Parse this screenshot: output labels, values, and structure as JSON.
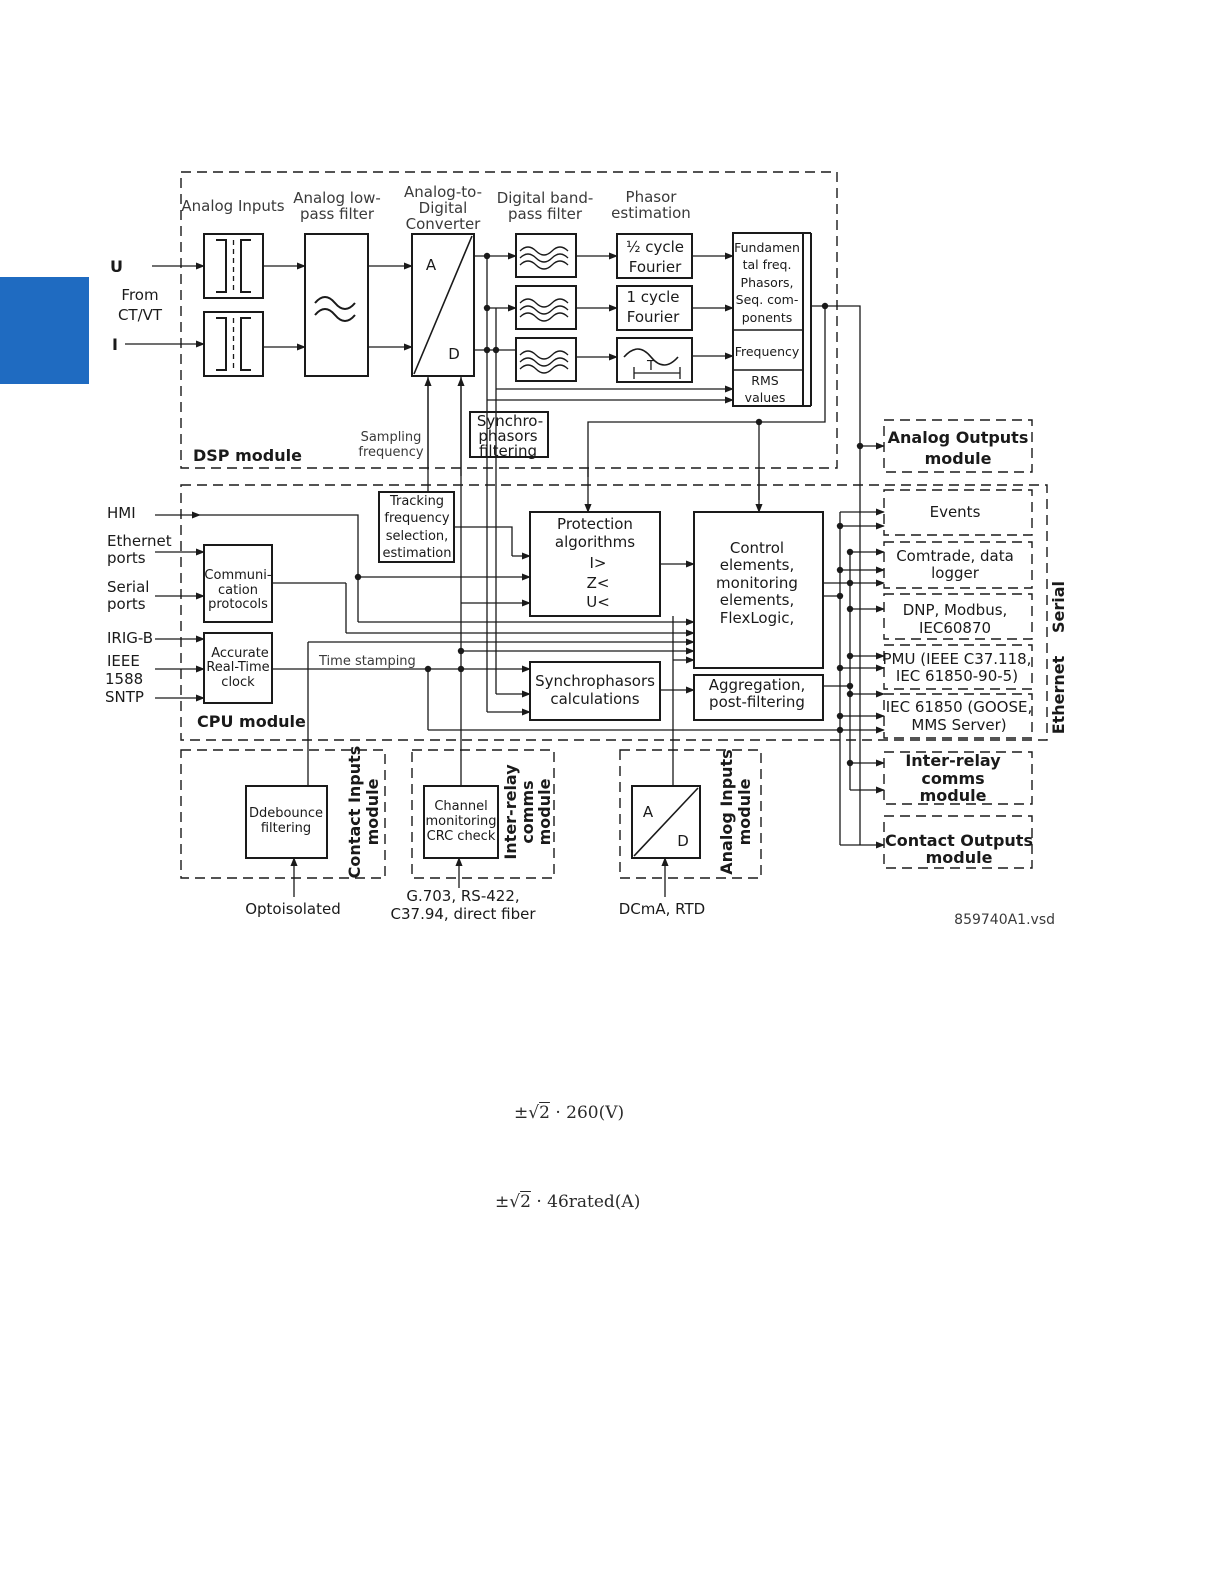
{
  "diagram": {
    "inputs": {
      "u": "U",
      "from": "From",
      "ctvt": "CT/VT",
      "i": "I"
    },
    "dsp": {
      "module_label": "DSP module",
      "analog_inputs": "Analog Inputs",
      "lowpass": [
        "Analog low-",
        "pass filter"
      ],
      "adc": [
        "Analog-to-",
        "Digital",
        "Converter"
      ],
      "bandpass": [
        "Digital band-",
        "pass filter"
      ],
      "phasor_est": [
        "Phasor",
        "estimation"
      ],
      "adc_a": "A",
      "adc_d": "D",
      "half_cycle": [
        "½ cycle",
        "Fourier"
      ],
      "one_cycle": [
        "1 cycle",
        "Fourier"
      ],
      "period_t": "T",
      "fund": [
        "Fundamen",
        "tal freq.",
        "Phasors,",
        "Seq. com-",
        "ponents"
      ],
      "frequency": "Frequency",
      "rms": [
        "RMS",
        "values"
      ],
      "sampling": [
        "Sampling",
        "frequency"
      ],
      "synchro_filter": [
        "Synchro-",
        "phasors",
        "filtering"
      ]
    },
    "cpu": {
      "module_label": "CPU module",
      "hmi": "HMI",
      "ethernet_ports": [
        "Ethernet",
        "ports"
      ],
      "serial_ports": [
        "Serial",
        "ports"
      ],
      "irig": "IRIG-B",
      "ieee1588": [
        "IEEE",
        "1588"
      ],
      "sntp": "SNTP",
      "comm_protocols": [
        "Communi-",
        "cation",
        "protocols"
      ],
      "rtc": [
        "Accurate",
        "Real-Time",
        "clock"
      ],
      "time_stamping": "Time stamping",
      "tracking": [
        "Tracking",
        "frequency",
        "selection,",
        "estimation"
      ],
      "protection": [
        "Protection",
        "algorithms",
        "I>",
        "Z<",
        "U<"
      ],
      "control": [
        "Control",
        "elements,",
        "monitoring",
        "elements,",
        "FlexLogic,"
      ],
      "synchrophasor_calc": [
        "Synchrophasors",
        "calculations"
      ],
      "aggregation": [
        "Aggregation,",
        "post-filtering"
      ]
    },
    "outputs": {
      "analog_out": [
        "Analog Outputs",
        "module"
      ],
      "events": "Events",
      "comtrade": [
        "Comtrade, data",
        "logger"
      ],
      "dnp": [
        "DNP, Modbus,",
        "IEC60870"
      ],
      "pmu": [
        "PMU (IEEE C37.118,",
        "IEC 61850-90-5)"
      ],
      "iec61850": [
        "IEC 61850 (GOOSE,",
        "MMS Server)"
      ],
      "interrelay_out": [
        "Inter-relay",
        "comms",
        "module"
      ],
      "contact_out": [
        "Contact Outputs",
        "module"
      ],
      "serial": "Serial",
      "ethernet": "Ethernet"
    },
    "bottom": {
      "debounce": [
        "Ddebounce",
        "filtering"
      ],
      "contact_in": [
        "Contact Inputs",
        "module"
      ],
      "optoisolated": "Optoisolated",
      "channel": [
        "Channel",
        "monitoring",
        "CRC check"
      ],
      "interrelay_in": [
        "Inter-relay",
        "comms",
        "module"
      ],
      "g703": [
        "G.703, RS-422,",
        "C37.94, direct fiber"
      ],
      "analog_in_a": "A",
      "analog_in_d": "D",
      "analog_in": [
        "Analog Inputs",
        "module"
      ],
      "dcma": "DCmA, RTD"
    },
    "file_ref": "859740A1.vsd"
  },
  "formulas": {
    "voltage": {
      "pm": "±",
      "radicand": "2",
      "rest": "· 260(V)"
    },
    "current": {
      "pm": "±",
      "radicand": "2",
      "rest": "· 46rated(A)"
    }
  }
}
